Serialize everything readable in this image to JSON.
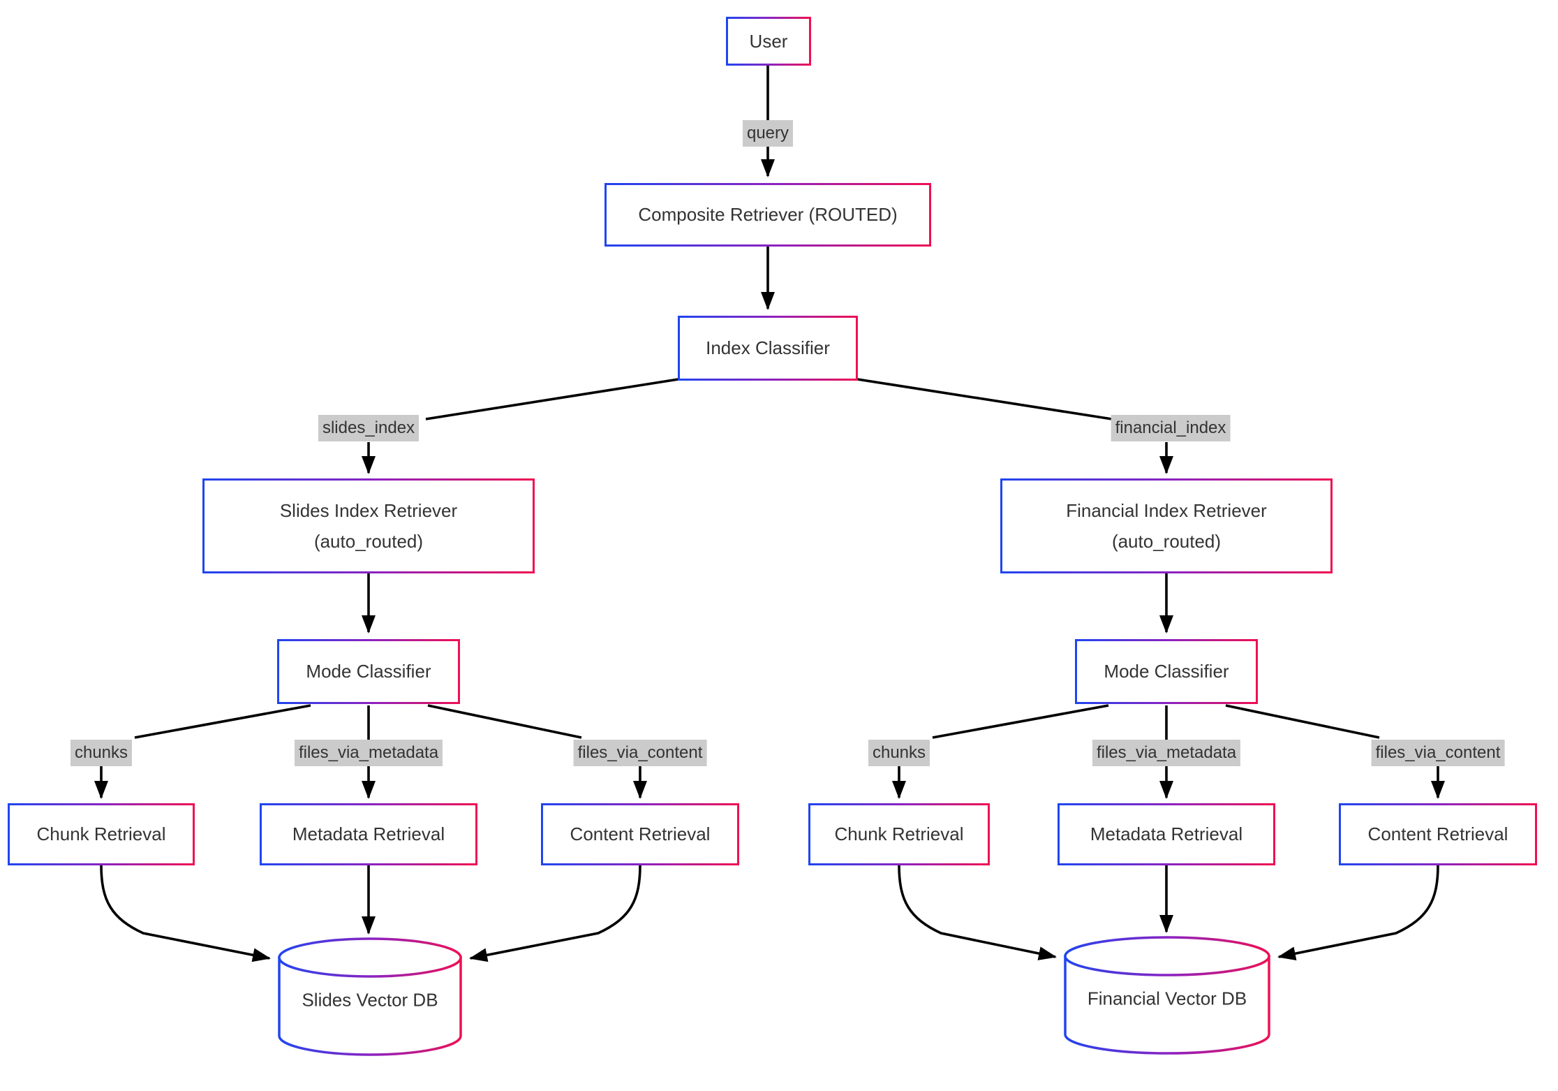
{
  "diagram": {
    "nodes": {
      "user": "User",
      "composite_retriever": "Composite Retriever (ROUTED)",
      "index_classifier": "Index Classifier",
      "slides_branch": {
        "index_retriever_line1": "Slides Index Retriever",
        "index_retriever_line2": "(auto_routed)",
        "mode_classifier": "Mode Classifier",
        "chunk_retrieval": "Chunk Retrieval",
        "metadata_retrieval": "Metadata Retrieval",
        "content_retrieval": "Content Retrieval",
        "vector_db": "Slides Vector DB"
      },
      "financial_branch": {
        "index_retriever_line1": "Financial Index Retriever",
        "index_retriever_line2": "(auto_routed)",
        "mode_classifier": "Mode Classifier",
        "chunk_retrieval": "Chunk Retrieval",
        "metadata_retrieval": "Metadata Retrieval",
        "content_retrieval": "Content Retrieval",
        "vector_db": "Financial Vector DB"
      }
    },
    "edge_labels": {
      "query": "query",
      "slides_index": "slides_index",
      "financial_index": "financial_index",
      "slides_branch": {
        "chunks": "chunks",
        "files_via_metadata": "files_via_metadata",
        "files_via_content": "files_via_content"
      },
      "financial_branch": {
        "chunks": "chunks",
        "files_via_metadata": "files_via_metadata",
        "files_via_content": "files_via_content"
      }
    },
    "colors": {
      "node_border_gradient_start": "#2045f0",
      "node_border_gradient_mid": "#8d22c0",
      "node_border_gradient_end": "#ef1053",
      "node_background": "#ffffff",
      "node_text": "#333333",
      "edge_label_background": "#cbcbcb",
      "edge_label_text": "#333333",
      "edge_stroke": "#000000",
      "canvas_background": "#ffffff"
    }
  }
}
